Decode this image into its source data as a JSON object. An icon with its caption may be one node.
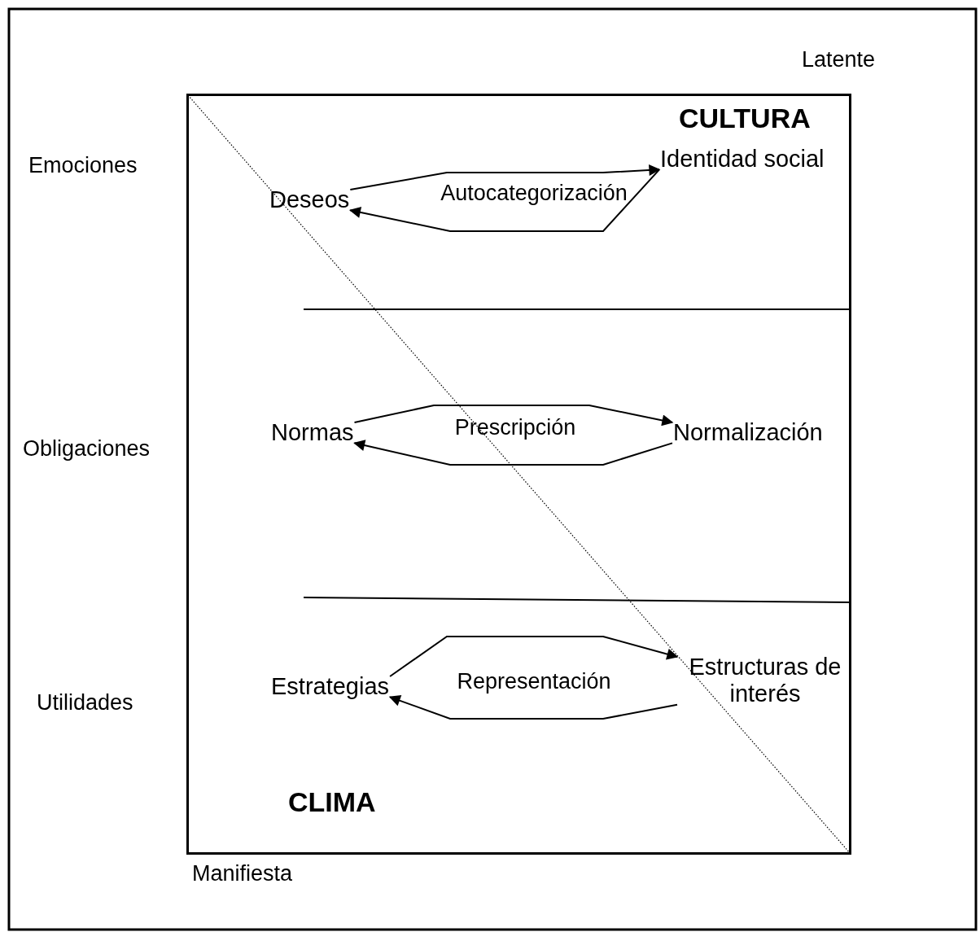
{
  "diagram": {
    "nodes": [
      {
        "text": [
          "CULTURA",
          "CLIMA"
        ]
      },
      {
        "text": [
          "Deseos"
        ],
        "in": 0
      },
      {
        "text": [
          "Identidad social"
        ],
        "in": 0
      },
      {
        "text": [
          "Normas"
        ],
        "in": 0
      },
      {
        "text": [
          "Normalización"
        ],
        "in": 0
      },
      {
        "text": [
          "Estrategias"
        ],
        "in": 0
      },
      {
        "text": [
          "Estructuras de interés"
        ],
        "in": 0
      }
    ],
    "edges": [
      {
        "from": 1,
        "to": 2,
        "arrow": "to",
        "label": "Autocategorización"
      },
      {
        "from": 2,
        "to": 1,
        "arrow": "to"
      },
      {
        "from": 3,
        "to": 4,
        "arrow": "to",
        "label": "Prescripción"
      },
      {
        "from": 4,
        "to": 3,
        "arrow": "to"
      },
      {
        "from": 5,
        "to": 6,
        "arrow": "to",
        "label": "Representación"
      },
      {
        "from": 6,
        "to": 5,
        "arrow": "to"
      }
    ],
    "labels": [
      "Latente",
      "Emociones",
      "Obligaciones",
      "Utilidades",
      "Manifiesta"
    ]
  }
}
